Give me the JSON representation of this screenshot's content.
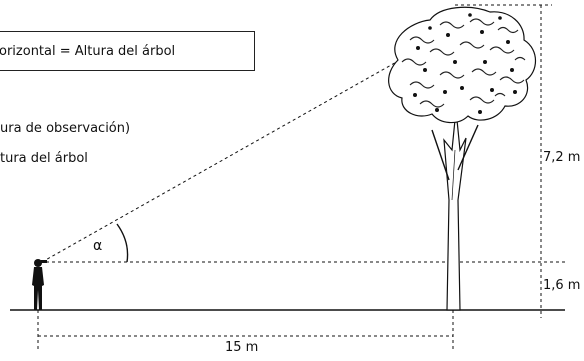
{
  "formula_box": {
    "text": "orizontal = Altura del árbol"
  },
  "notes": [
    "ura de observación)",
    "tura del árbol"
  ],
  "labels": {
    "angle": "α",
    "upper_height": "7,2 m",
    "lower_height": "1,6 m",
    "distance": "15 m"
  },
  "colors": {
    "ink": "#111111",
    "tree": "#1a1a1a"
  },
  "icons": {
    "observer": "person-silhouette-icon",
    "tree": "tree-icon"
  }
}
